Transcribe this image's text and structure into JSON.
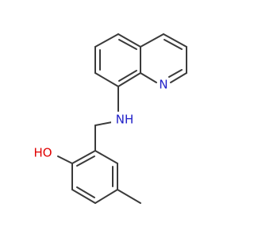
{
  "molecule": {
    "atoms": {
      "quinoline_n": "N",
      "amine": "NH",
      "hydroxyl": "HO"
    },
    "colors": {
      "bond": "#3a3a3a",
      "nitrogen": "#2020c8",
      "oxygen": "#e00000"
    }
  }
}
